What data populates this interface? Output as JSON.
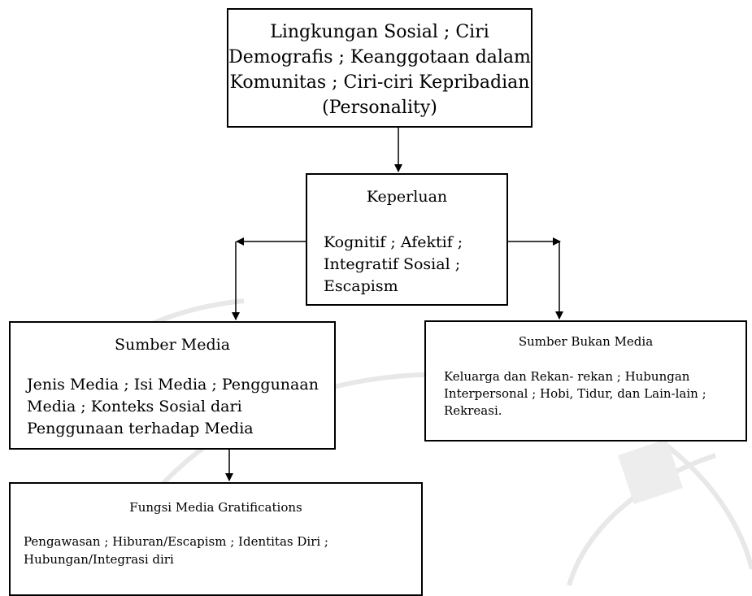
{
  "nodes": {
    "top": {
      "lines": [
        "Lingkungan Sosial ; Ciri",
        "Demografis ; Keanggotaan dalam",
        "Komunitas ; Ciri-ciri Kepribadian",
        "(Personality)"
      ]
    },
    "middle": {
      "title": "Keperluan",
      "lines": [
        "Kognitif ; Afektif ;",
        "Integratif Sosial ;",
        "Escapism"
      ]
    },
    "left": {
      "title": "Sumber Media",
      "lines": [
        "Jenis Media ; Isi Media ; Penggunaan",
        "Media ; Konteks Sosial dari",
        "Penggunaan terhadap Media"
      ]
    },
    "right": {
      "title": "Sumber Bukan Media",
      "lines": [
        "Keluarga dan Rekan- rekan ; Hubungan",
        "Interpersonal ; Hobi, Tidur, dan Lain-lain ;",
        "Rekreasi."
      ]
    },
    "bottom": {
      "title": "Fungsi Media Gratifications",
      "lines": [
        "Pengawasan ; Hiburan/Escapism ; Identitas Diri ;",
        "Hubungan/Integrasi diri"
      ]
    }
  },
  "colors": {
    "line": "#000000",
    "box_background": "#ffffff",
    "watermark": "#e6e6e6"
  }
}
